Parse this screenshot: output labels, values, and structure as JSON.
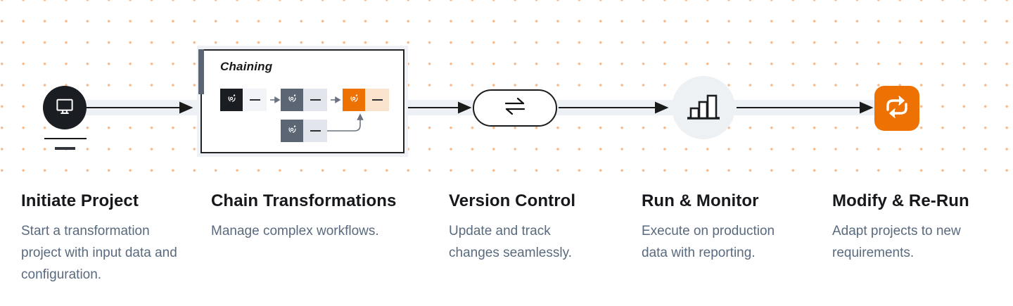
{
  "diagram": {
    "type": "workflow",
    "chaining_panel": {
      "title": "Chaining"
    }
  },
  "steps": [
    {
      "title": "Initiate Project",
      "description": "Start a transformation project with input data and configuration.",
      "icon": "monitor-icon"
    },
    {
      "title": "Chain Transformations",
      "description": "Manage complex workflows.",
      "icon": "chaining-panel"
    },
    {
      "title": "Version Control",
      "description": "Update and track changes seamlessly.",
      "icon": "swap-arrows-icon"
    },
    {
      "title": "Run & Monitor",
      "description": "Execute on production data with reporting.",
      "icon": "bar-chart-icon"
    },
    {
      "title": "Modify & Re-Run",
      "description": "Adapt projects to new requirements.",
      "icon": "repeat-icon"
    }
  ],
  "icons": {
    "monitor": "monitor-icon",
    "transform": "transform-swirl-icon",
    "swap": "swap-arrows-icon",
    "bar_chart": "bar-chart-icon",
    "repeat": "repeat-cycle-icon"
  },
  "colors": {
    "accent_orange": "#ee7203",
    "dark": "#1a1d21",
    "slate": "#5c6574",
    "peach_companion": "#fae3cd",
    "gray_companion": "#e2e6ec",
    "band": "#edf0f4",
    "dot": "#f7b582",
    "title_text": "#17181c",
    "body_text": "#5a6a7e"
  }
}
